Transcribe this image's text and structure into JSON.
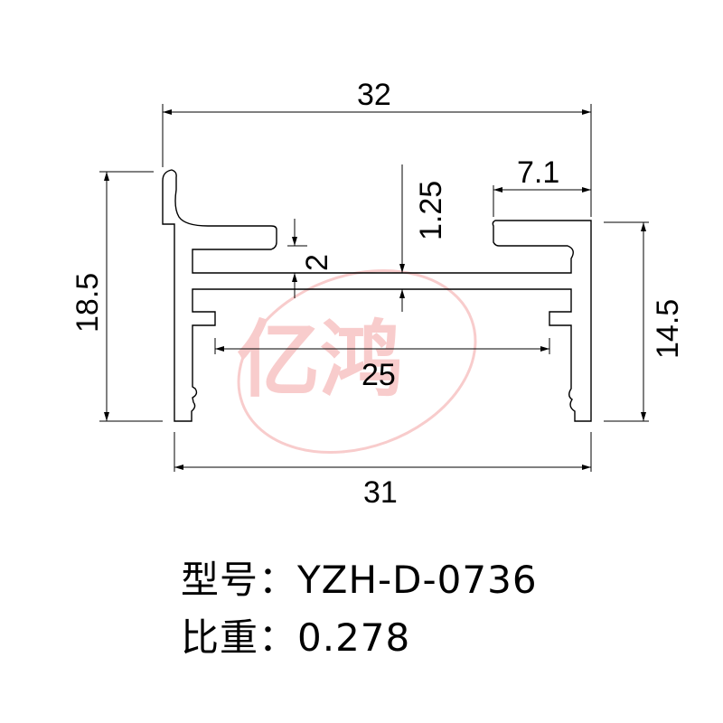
{
  "watermark": {
    "text": "亿鸿",
    "color": "#f08a8a"
  },
  "dimensions": {
    "overall_top_width": "32",
    "overall_bottom_width": "31",
    "left_height": "18.5",
    "right_height": "14.5",
    "top_right_opening": "7.1",
    "top_wall_thickness": "1.25",
    "gap_height": "2",
    "inner_channel_width": "25"
  },
  "info": {
    "model_label": "型号：",
    "model_value": "YZH-D-0736",
    "weight_label": "比重：",
    "weight_value": "0.278"
  },
  "colors": {
    "line": "#000000",
    "watermark": "#f08a8a"
  }
}
